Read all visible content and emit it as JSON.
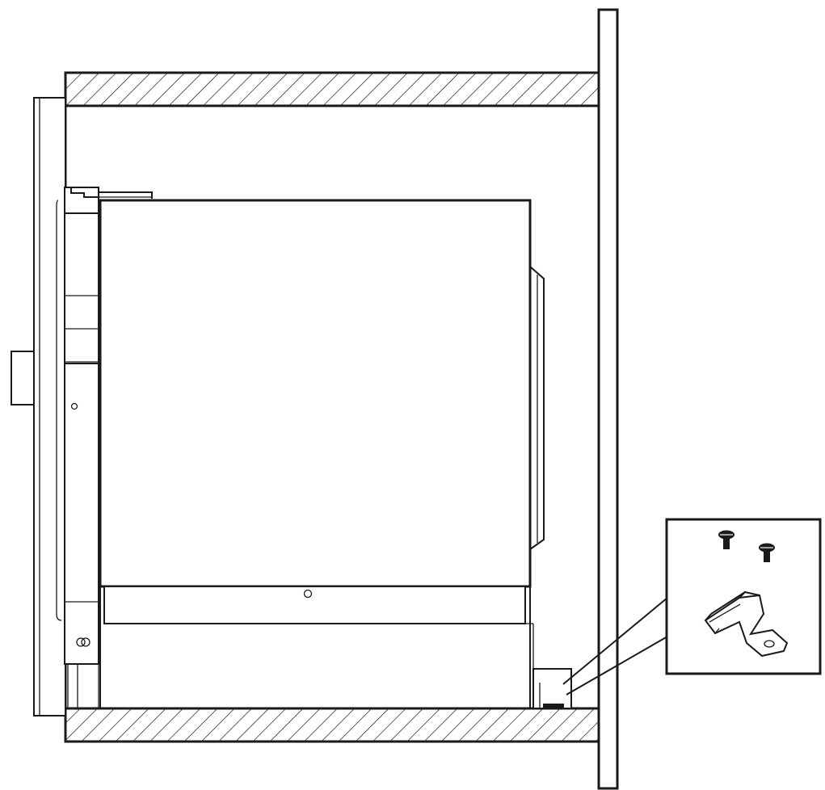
{
  "diagram": {
    "subject": "cabinet-installation-side-view",
    "parts": {
      "cabinet_top_panel": "hatched",
      "cabinet_bottom_panel": "hatched",
      "wall": "solid",
      "appliance": "outline",
      "mounting_bracket": "detail",
      "screws": 2
    },
    "colors": {
      "line": "#1a1a1a",
      "background": "#ffffff"
    },
    "icons": [
      "screw-icon",
      "bracket-icon",
      "callout-box"
    ]
  }
}
